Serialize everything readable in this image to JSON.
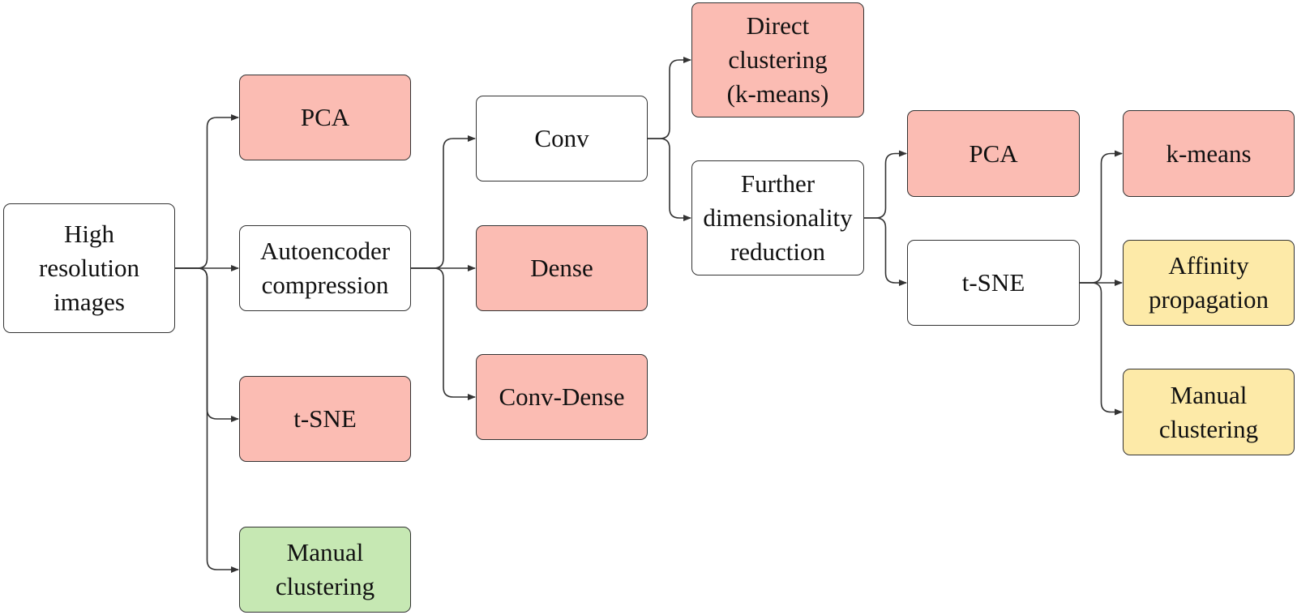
{
  "colors": {
    "line": "#333333",
    "white": "#ffffff",
    "red": "#fbbcb3",
    "green": "#c6e8b3",
    "yellow": "#fdeaa8"
  },
  "nodes": [
    {
      "id": "high-resolution-images",
      "label": "High\nresolution\nimages",
      "color": "white"
    },
    {
      "id": "pca-1",
      "label": "PCA",
      "color": "red"
    },
    {
      "id": "autoencoder-compression",
      "label": "Autoencoder\ncompression",
      "color": "white"
    },
    {
      "id": "tsne-1",
      "label": "t-SNE",
      "color": "red"
    },
    {
      "id": "manual-clustering-1",
      "label": "Manual\nclustering",
      "color": "green"
    },
    {
      "id": "conv",
      "label": "Conv",
      "color": "white"
    },
    {
      "id": "dense",
      "label": "Dense",
      "color": "red"
    },
    {
      "id": "conv-dense",
      "label": "Conv-Dense",
      "color": "red"
    },
    {
      "id": "direct-clustering",
      "label": "Direct\nclustering\n(k-means)",
      "color": "red"
    },
    {
      "id": "further-dimensionality-reduction",
      "label": "Further\ndimensionality\nreduction",
      "color": "white"
    },
    {
      "id": "pca-2",
      "label": "PCA",
      "color": "red"
    },
    {
      "id": "tsne-2",
      "label": "t-SNE",
      "color": "white"
    },
    {
      "id": "k-means",
      "label": "k-means",
      "color": "red"
    },
    {
      "id": "affinity-propagation",
      "label": "Affinity\npropagation",
      "color": "yellow"
    },
    {
      "id": "manual-clustering-2",
      "label": "Manual\nclustering",
      "color": "yellow"
    }
  ],
  "edges": [
    {
      "from": "high-resolution-images",
      "to": "pca-1"
    },
    {
      "from": "high-resolution-images",
      "to": "autoencoder-compression"
    },
    {
      "from": "high-resolution-images",
      "to": "tsne-1"
    },
    {
      "from": "high-resolution-images",
      "to": "manual-clustering-1"
    },
    {
      "from": "autoencoder-compression",
      "to": "conv"
    },
    {
      "from": "autoencoder-compression",
      "to": "dense"
    },
    {
      "from": "autoencoder-compression",
      "to": "conv-dense"
    },
    {
      "from": "conv",
      "to": "direct-clustering"
    },
    {
      "from": "conv",
      "to": "further-dimensionality-reduction"
    },
    {
      "from": "further-dimensionality-reduction",
      "to": "pca-2"
    },
    {
      "from": "further-dimensionality-reduction",
      "to": "tsne-2"
    },
    {
      "from": "tsne-2",
      "to": "k-means"
    },
    {
      "from": "tsne-2",
      "to": "affinity-propagation"
    },
    {
      "from": "tsne-2",
      "to": "manual-clustering-2"
    }
  ]
}
